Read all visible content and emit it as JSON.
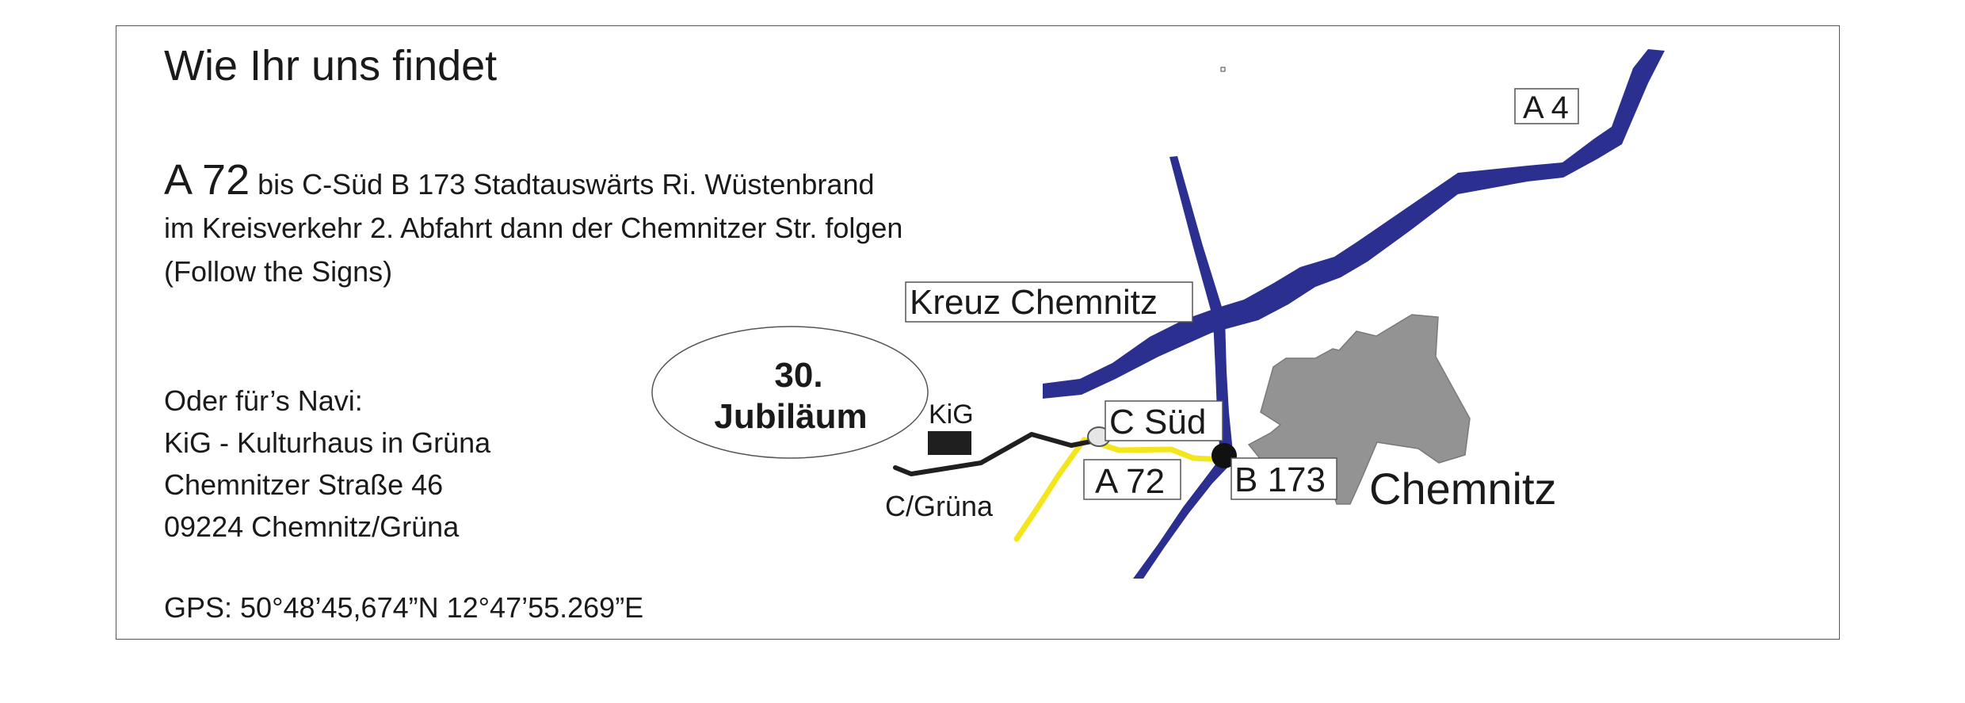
{
  "title": "Wie Ihr uns findet",
  "directions": {
    "line1_road": "A 72",
    "line1_rest": " bis C-Süd B 173 Stadtauswärts Ri. Wüstenbrand",
    "line2": "im Kreisverkehr 2. Abfahrt dann der Chemnitzer Str. folgen",
    "line3": "(Follow the Signs)"
  },
  "navi": {
    "heading": "Oder für’s Navi:",
    "line1": "KiG - Kulturhaus in Grüna",
    "line2": "Chemnitzer Straße 46",
    "line3": "09224 Chemnitz/Grüna"
  },
  "gps": "GPS: 50°48’45,674”N  12°47’55.269”E",
  "map": {
    "badge_line1": "30.",
    "badge_line2": "Jubiläum",
    "labels": {
      "a4": "A 4",
      "kreuz": "Kreuz Chemnitz",
      "csued": "C Süd",
      "a72": "A 72",
      "b173": "B 173",
      "chemnitz": "Chemnitz",
      "kig": "KiG",
      "gruena": "C/Grüna"
    },
    "colors": {
      "autobahn": "#2b2f8f",
      "bundesstrasse": "#f4e61c",
      "local_road": "#1f1f1f",
      "city": "#939393"
    }
  }
}
